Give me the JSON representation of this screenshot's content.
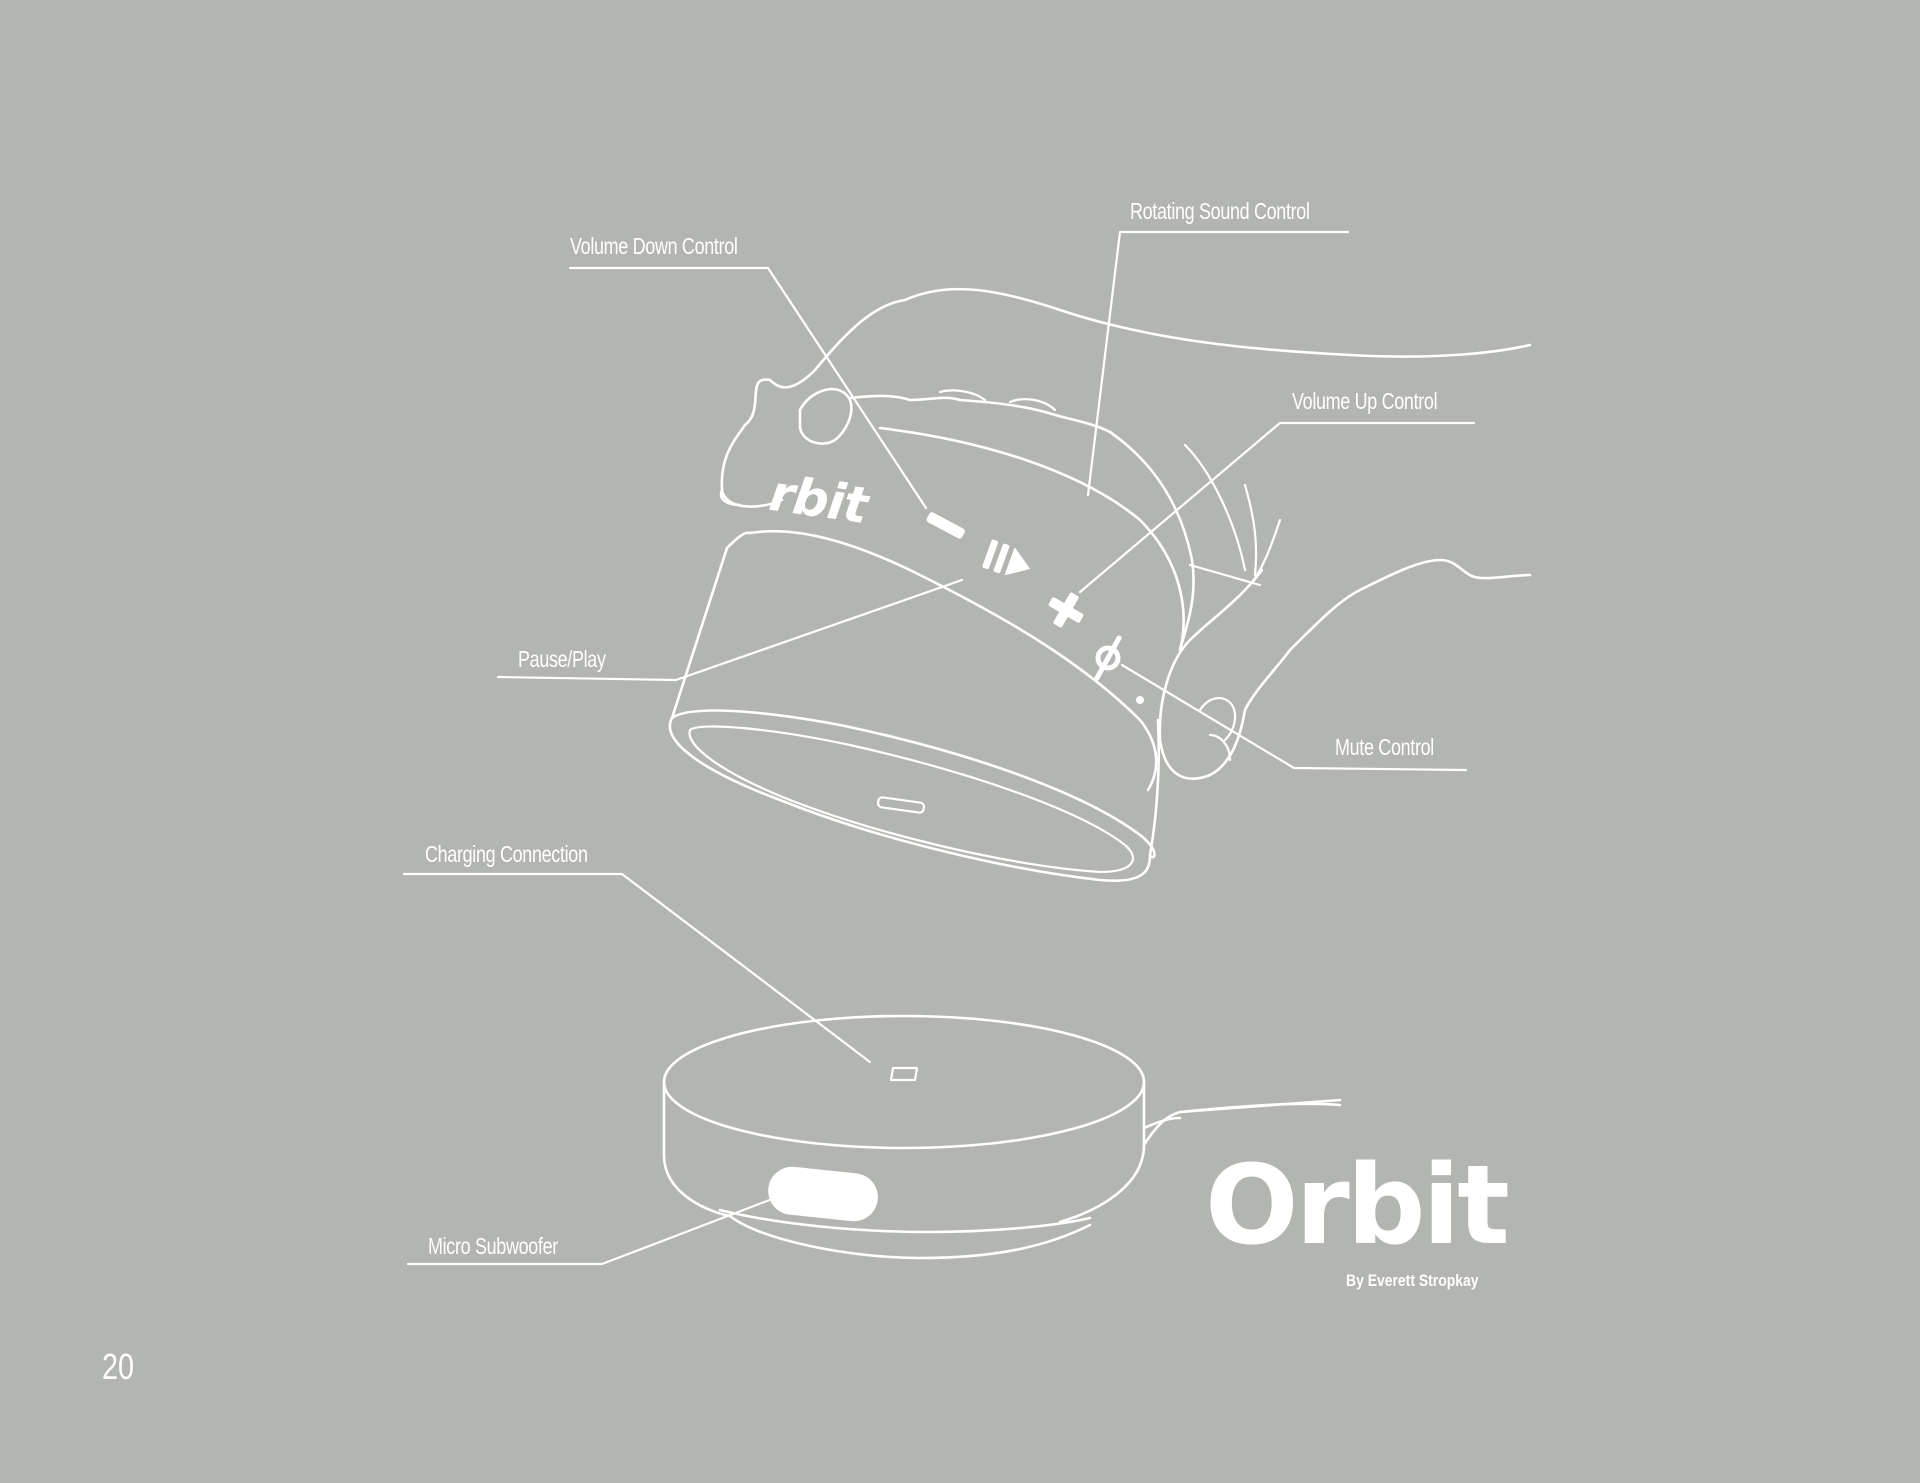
{
  "callouts": {
    "rotating_sound": "Rotating Sound Control",
    "volume_down": "Volume Down Control",
    "volume_up": "Volume Up Control",
    "pause_play": "Pause/Play",
    "mute": "Mute Control",
    "charging": "Charging Connection",
    "subwoofer": "Micro Subwoofer"
  },
  "product": {
    "name": "Orbit",
    "byline": "By Everett Stropkay",
    "brand_on_device": "rbit"
  },
  "page_number": "20",
  "colors": {
    "background": "#b3b5b1",
    "line": "#ffffff"
  }
}
